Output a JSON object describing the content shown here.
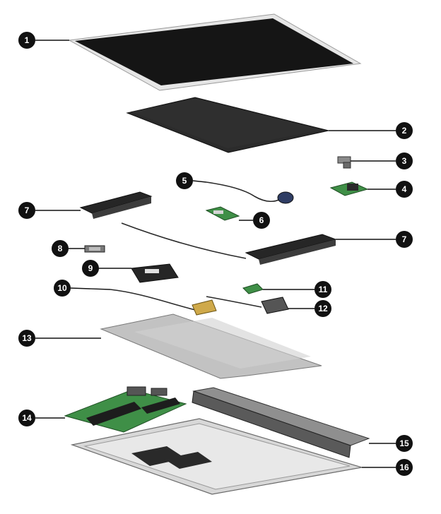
{
  "diagram": {
    "callouts": [
      {
        "label": "1"
      },
      {
        "label": "2"
      },
      {
        "label": "3"
      },
      {
        "label": "4"
      },
      {
        "label": "5"
      },
      {
        "label": "6"
      },
      {
        "label": "7"
      },
      {
        "label": "7"
      },
      {
        "label": "8"
      },
      {
        "label": "9"
      },
      {
        "label": "10"
      },
      {
        "label": "11"
      },
      {
        "label": "12"
      },
      {
        "label": "13"
      },
      {
        "label": "14"
      },
      {
        "label": "15"
      },
      {
        "label": "16"
      }
    ],
    "colors": {
      "callout_fill": "#111111",
      "callout_text": "#ffffff",
      "display_panel": "#151515",
      "display_bezel": "#e6e6e6",
      "keyboard_plate": "#2b2b2b",
      "board_green": "#3f8f47",
      "metal_plate": "#c2c2c2",
      "chassis": "#d8d8d8"
    }
  }
}
